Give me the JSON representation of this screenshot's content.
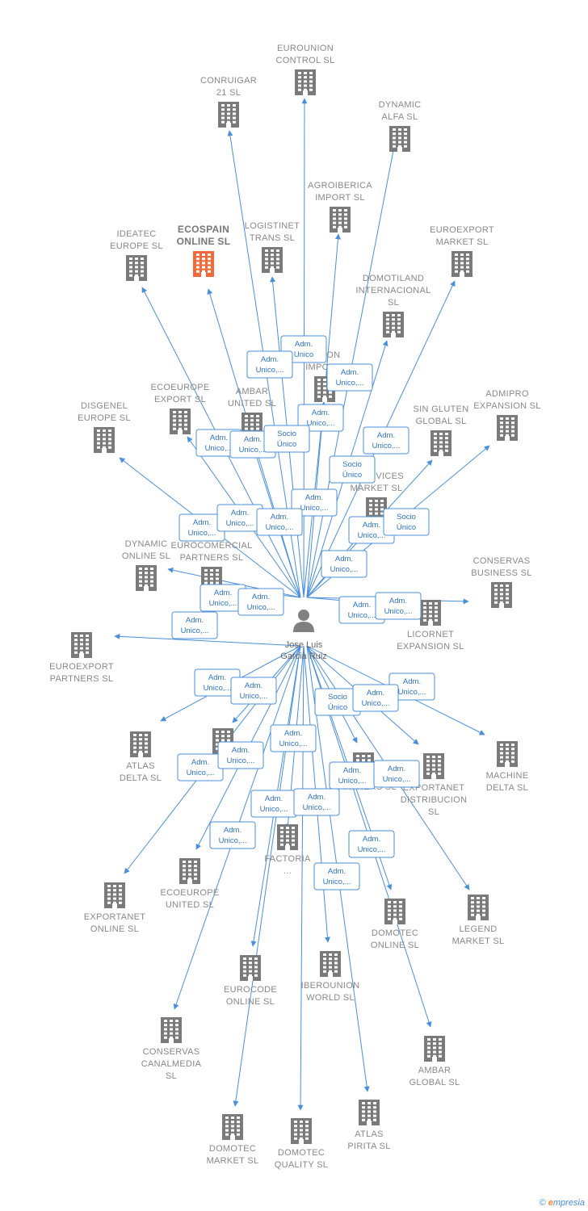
{
  "colors": {
    "edge": "#4a8fdb",
    "building": "#7a7a7a",
    "highlight": "#f26a3a",
    "person": "#808080"
  },
  "person": {
    "name_lines": [
      "Jose Luis",
      "Garcia Ruiz"
    ],
    "icon": "person-icon"
  },
  "companies": [
    {
      "id": "eurounion-control",
      "lines": [
        "EUROUNION",
        "CONTROL  SL"
      ]
    },
    {
      "id": "conruigar-21",
      "lines": [
        "CONRUIGAR",
        "21  SL"
      ]
    },
    {
      "id": "dynamic-alfa",
      "lines": [
        "DYNAMIC",
        "ALFA  SL"
      ]
    },
    {
      "id": "agroiberica-import",
      "lines": [
        "AGROIBERICA",
        "IMPORT  SL"
      ]
    },
    {
      "id": "ideatec-europe",
      "lines": [
        "IDEATEC",
        "EUROPE  SL"
      ]
    },
    {
      "id": "ecospain-online",
      "lines": [
        "ECOSPAIN",
        "ONLINE  SL"
      ],
      "highlight": true
    },
    {
      "id": "logistinet-trans",
      "lines": [
        "LOGISTINET",
        "TRANS  SL"
      ]
    },
    {
      "id": "euroexport-market",
      "lines": [
        "EUROEXPORT",
        "MARKET  SL"
      ]
    },
    {
      "id": "domotiland-internacional",
      "lines": [
        "DOMOTILAND",
        "INTERNACIONAL",
        "SL"
      ]
    },
    {
      "id": "iberounion-import",
      "lines": [
        "...NION",
        "IMPOR..."
      ]
    },
    {
      "id": "ecoeurope-export",
      "lines": [
        "ECOEUROPE",
        "EXPORT  SL"
      ]
    },
    {
      "id": "ambar-united",
      "lines": [
        "AMBAR",
        "UNITED  SL"
      ]
    },
    {
      "id": "disgenel-europe",
      "lines": [
        "DISGENEL",
        "EUROPE  SL"
      ]
    },
    {
      "id": "sin-gluten-global",
      "lines": [
        "SIN GLUTEN",
        "GLOBAL  SL"
      ]
    },
    {
      "id": "admipro-expansion",
      "lines": [
        "ADMIPRO",
        "EXPANSION  SL"
      ]
    },
    {
      "id": "services-market",
      "lines": [
        "...SERVICES",
        "MARKET  SL"
      ]
    },
    {
      "id": "dynamic-online",
      "lines": [
        "DYNAMIC",
        "ONLINE  SL"
      ]
    },
    {
      "id": "eurocomercial-partners",
      "lines": [
        "EUROCOMERCIAL",
        "PARTNERS  SL"
      ]
    },
    {
      "id": "conservas-business",
      "lines": [
        "CONSERVAS",
        "BUSINESS  SL"
      ]
    },
    {
      "id": "licornet-expansion",
      "lines": [
        "LICORNET",
        "EXPANSION  SL"
      ]
    },
    {
      "id": "euroexport-partners",
      "lines": [
        "EUROEXPORT",
        "PARTNERS  SL"
      ]
    },
    {
      "id": "atlas-delta",
      "lines": [
        "ATLAS",
        "DELTA  SL"
      ]
    },
    {
      "id": "hidden-ty",
      "lines": [
        "...TY  SL"
      ]
    },
    {
      "id": "machine-delta",
      "lines": [
        "MACHINE",
        "DELTA  SL"
      ]
    },
    {
      "id": "exportanet-distribucion",
      "lines": [
        "EXPORTANET",
        "DISTRIBUCION",
        "SL"
      ]
    },
    {
      "id": "hidden-partners",
      "lines": [
        "...ARTNERS  SL"
      ]
    },
    {
      "id": "exportanet-online",
      "lines": [
        "EXPORTANET",
        "ONLINE  SL"
      ]
    },
    {
      "id": "ecoeurope-united",
      "lines": [
        "ECOEUROPE",
        "UNITED  SL"
      ]
    },
    {
      "id": "factoria",
      "lines": [
        "FACTORIA",
        "..."
      ]
    },
    {
      "id": "domotec-online",
      "lines": [
        "DOMOTEC",
        "ONLINE  SL"
      ]
    },
    {
      "id": "legend-market",
      "lines": [
        "LEGEND",
        "MARKET  SL"
      ]
    },
    {
      "id": "eurocode-online",
      "lines": [
        "EUROCODE",
        "ONLINE  SL"
      ]
    },
    {
      "id": "iberounion-world",
      "lines": [
        "IBEROUNION",
        "WORLD  SL"
      ]
    },
    {
      "id": "conservas-canalmedia",
      "lines": [
        "CONSERVAS",
        "CANALMEDIA",
        "SL"
      ]
    },
    {
      "id": "ambar-global",
      "lines": [
        "AMBAR",
        "GLOBAL  SL"
      ]
    },
    {
      "id": "atlas-pirita",
      "lines": [
        "ATLAS",
        "PIRITA  SL"
      ]
    },
    {
      "id": "domotec-market",
      "lines": [
        "DOMOTEC",
        "MARKET  SL"
      ]
    },
    {
      "id": "domotec-quality",
      "lines": [
        "DOMOTEC",
        "QUALITY  SL"
      ]
    }
  ],
  "roles": [
    {
      "lines": [
        "Adm.",
        "Unico,..."
      ]
    },
    {
      "lines": [
        "Adm.",
        "Unico"
      ]
    },
    {
      "lines": [
        "Adm.",
        "Unico,..."
      ]
    },
    {
      "lines": [
        "Adm.",
        "Unico,..."
      ]
    },
    {
      "lines": [
        "Adm.",
        "Unico,..."
      ]
    },
    {
      "lines": [
        "Adm.",
        "Unico,..."
      ]
    },
    {
      "lines": [
        "Adm.",
        "Unico,..."
      ]
    },
    {
      "lines": [
        "Socio",
        "Único"
      ]
    },
    {
      "lines": [
        "Socio",
        "Único"
      ]
    },
    {
      "lines": [
        "Adm.",
        "Unico,..."
      ]
    },
    {
      "lines": [
        "Adm.",
        "Unico,..."
      ]
    },
    {
      "lines": [
        "Adm.",
        "Unico,..."
      ]
    },
    {
      "lines": [
        "Adm.",
        "Unico,..."
      ]
    },
    {
      "lines": [
        "Adm.",
        "Unico,..."
      ]
    },
    {
      "lines": [
        "Adm.",
        "Unico,..."
      ]
    },
    {
      "lines": [
        "Socio",
        "Único"
      ]
    },
    {
      "lines": [
        "Adm.",
        "Unico,..."
      ]
    },
    {
      "lines": [
        "Adm.",
        "Unico,..."
      ]
    },
    {
      "lines": [
        "Adm.",
        "Unico,..."
      ]
    },
    {
      "lines": [
        "Adm.",
        "Unico,..."
      ]
    },
    {
      "lines": [
        "Adm.",
        "Unico,..."
      ]
    },
    {
      "lines": [
        "Adm.",
        "Unico,..."
      ]
    },
    {
      "lines": [
        "Adm.",
        "Unico,..."
      ]
    },
    {
      "lines": [
        "Adm.",
        "Unico,..."
      ]
    },
    {
      "lines": [
        "Socio",
        "Único"
      ]
    },
    {
      "lines": [
        "Adm.",
        "Unico,..."
      ]
    },
    {
      "lines": [
        "Adm.",
        "Unico,..."
      ]
    },
    {
      "lines": [
        "Adm.",
        "Unico,..."
      ]
    },
    {
      "lines": [
        "Adm.",
        "Unico,..."
      ]
    },
    {
      "lines": [
        "Adm.",
        "Unico,..."
      ]
    },
    {
      "lines": [
        "Adm.",
        "Unico,..."
      ]
    },
    {
      "lines": [
        "Adm.",
        "Unico,..."
      ]
    },
    {
      "lines": [
        "Adm.",
        "Unico,..."
      ]
    },
    {
      "lines": [
        "Adm.",
        "Unico,..."
      ]
    },
    {
      "lines": [
        "Adm.",
        "Unico,..."
      ]
    },
    {
      "lines": [
        "Adm.",
        "Unico,..."
      ]
    },
    {
      "lines": [
        "Adm.",
        "Unico,..."
      ]
    }
  ],
  "footer": {
    "copyright": "©",
    "brand_e": "e",
    "brand_rest": "mpresia"
  }
}
